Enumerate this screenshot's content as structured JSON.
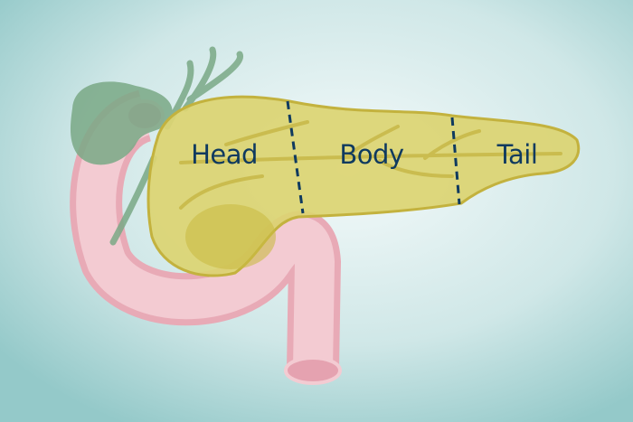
{
  "labels": {
    "head": "Head",
    "body": "Body",
    "tail": "Tail"
  },
  "colors": {
    "background_center": "#f2f9f9",
    "background_edge": "#9dcfcf",
    "pancreas": "#dcd472",
    "pancreas_outline": "#c3b23e",
    "duodenum": "#f0c3cb",
    "gallbladder": "#7aa986",
    "label": "#0f3a5f",
    "divider": "#0f3a5f"
  }
}
